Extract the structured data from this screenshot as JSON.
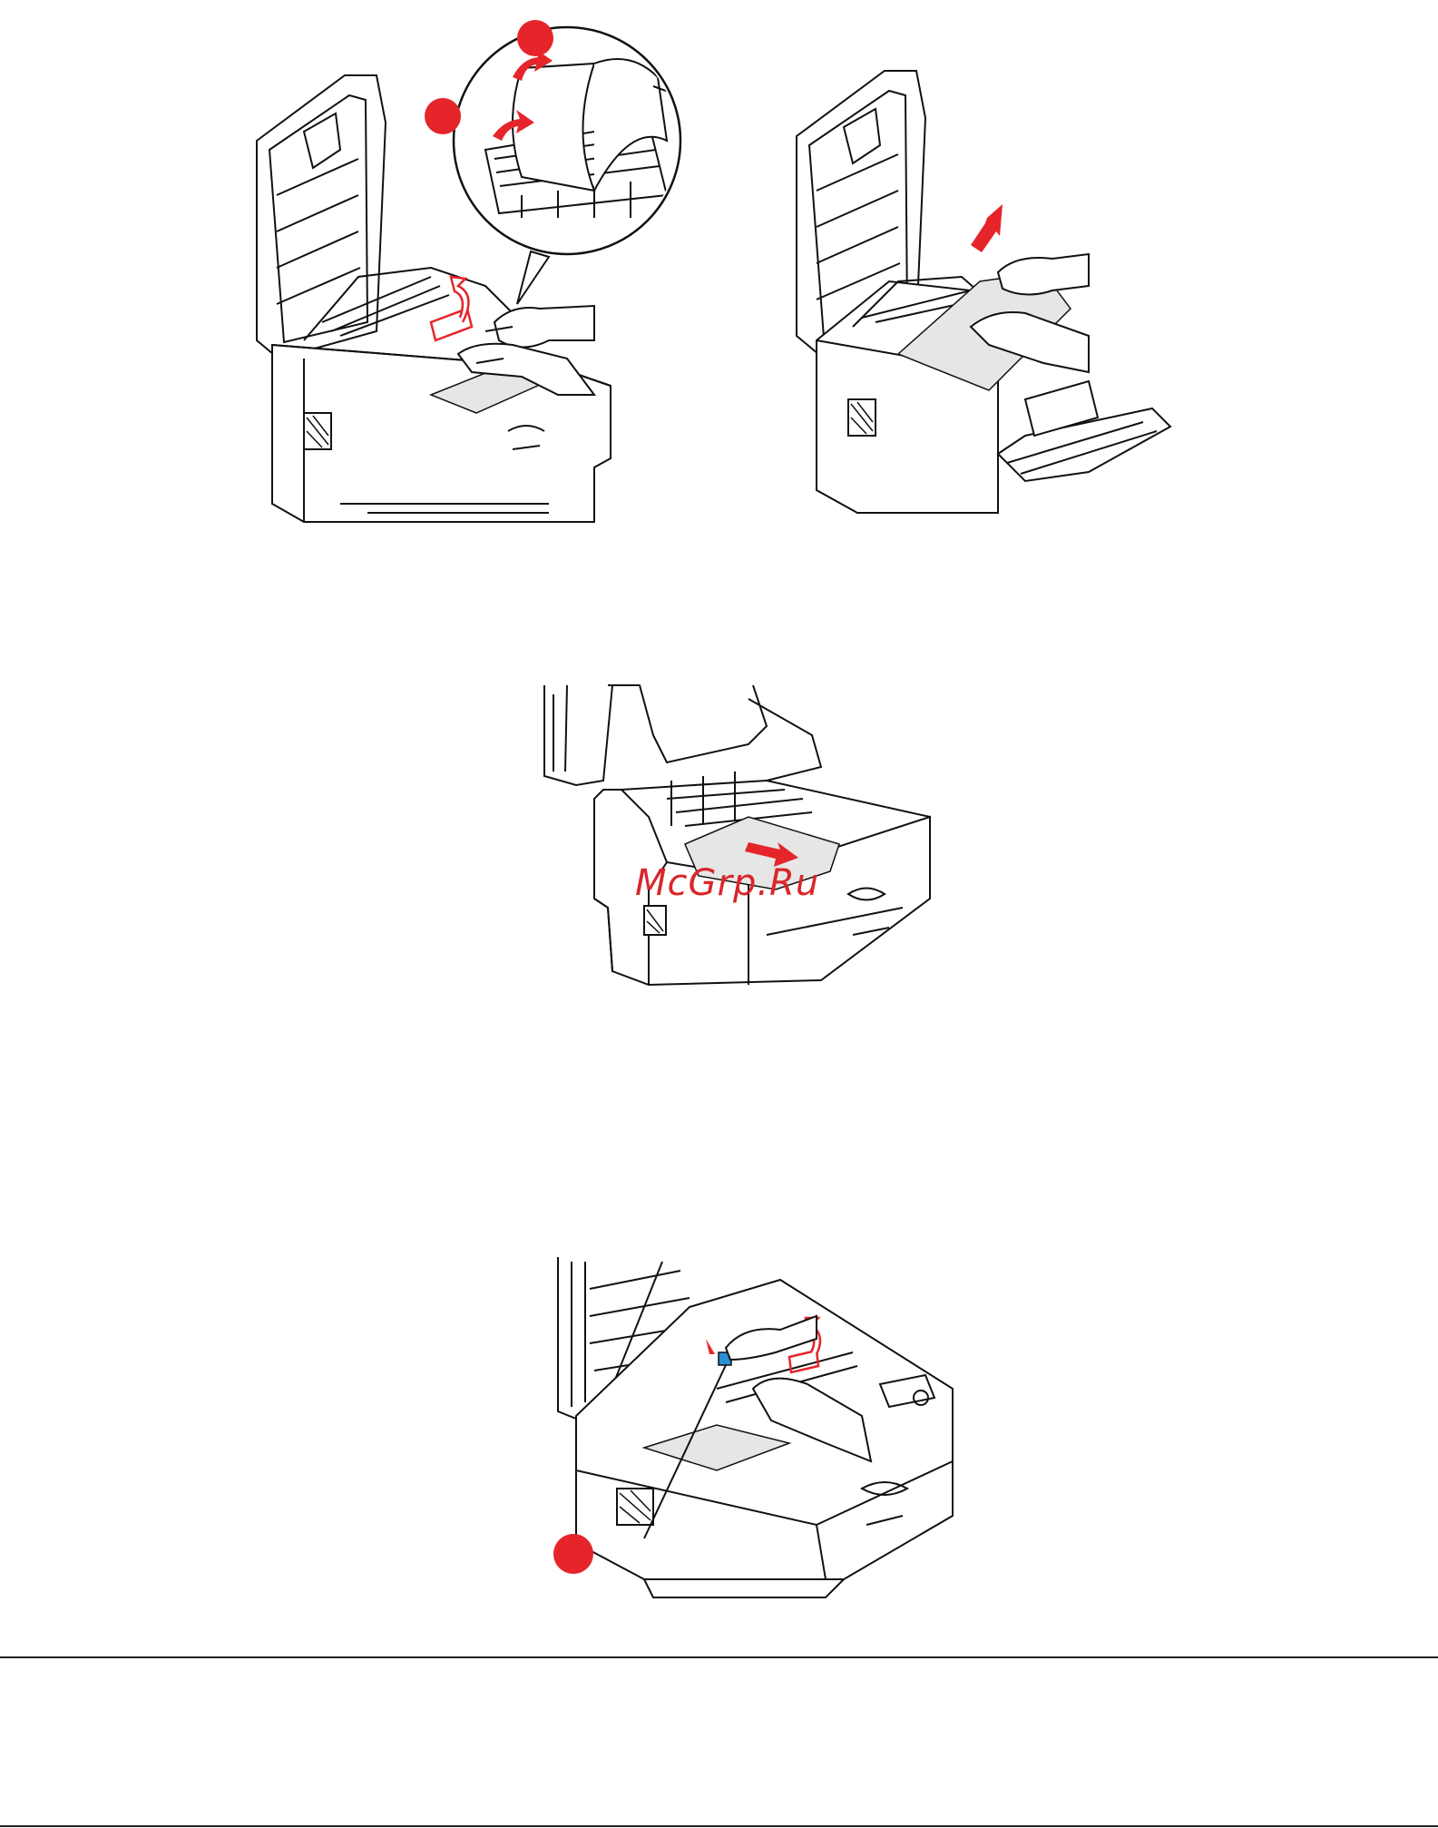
{
  "watermark": {
    "text": "McGrp.Ru"
  },
  "colors": {
    "callout": "#e5252a",
    "paper": "#e6e6e6",
    "arrow": "#e5252a",
    "line": "#111111"
  },
  "figures": [
    {
      "name": "figure-1-fuser-jam-detail",
      "callouts": 2,
      "icons": [
        "printer-icon",
        "magnifier-detail-icon",
        "hand-icon",
        "arrow-up-icon"
      ]
    },
    {
      "name": "figure-2-tray-paper-removal",
      "callouts": 0,
      "icons": [
        "printer-icon",
        "hand-icon",
        "arrow-up-icon"
      ]
    },
    {
      "name": "figure-3-belt-paper-removal",
      "callouts": 0,
      "icons": [
        "printer-icon",
        "arrow-right-icon"
      ]
    },
    {
      "name": "figure-4-fuser-lever",
      "callouts": 1,
      "icons": [
        "printer-icon",
        "hand-icon",
        "arrow-up-icon"
      ]
    }
  ]
}
